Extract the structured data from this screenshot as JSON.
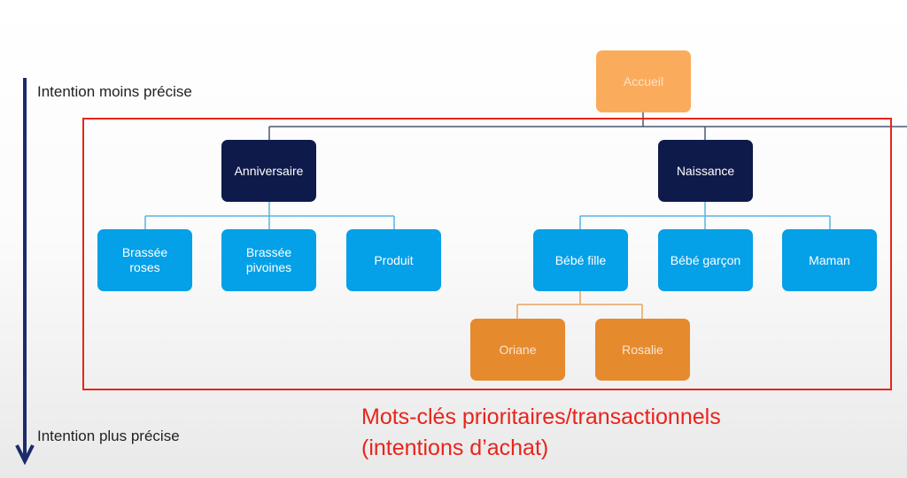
{
  "axis": {
    "top_label": "Intention moins précise",
    "bottom_label": "Intention plus précise"
  },
  "tree": {
    "root": "Accueil",
    "branches": [
      {
        "label": "Anniversaire",
        "children": [
          "Brassée roses",
          "Brassée pivoines",
          "Produit"
        ]
      },
      {
        "label": "Naissance",
        "children": [
          "Bébé fille",
          "Bébé garçon",
          "Maman"
        ]
      }
    ],
    "grandchildren": [
      "Oriane",
      "Rosalie"
    ]
  },
  "highlight": {
    "line1": "Mots-clés prioritaires/transactionnels",
    "line2": "(intentions d’achat)"
  },
  "colors": {
    "root": "#fbab5c",
    "branch": "#0e1a4a",
    "leaf": "#04a0e8",
    "grandchild": "#e68a2e",
    "highlight": "#e8241c",
    "arrow": "#1c2c6a"
  }
}
